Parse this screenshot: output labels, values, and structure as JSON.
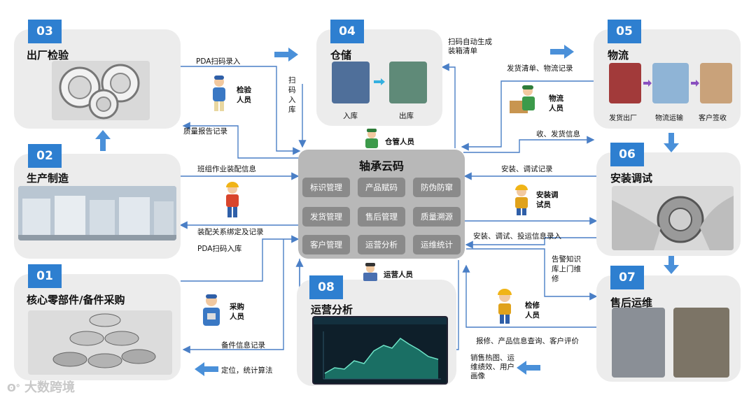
{
  "colors": {
    "accent": "#2e7fd0",
    "line": "#4a7fc6",
    "card": "#ececec",
    "core": "#b8b8b8",
    "tile": "#8a8a8a"
  },
  "sections": [
    {
      "num": "03",
      "title": "出厂检验"
    },
    {
      "num": "02",
      "title": "生产制造"
    },
    {
      "num": "01",
      "title": "核心零部件/备件采购"
    },
    {
      "num": "04",
      "title": "仓储",
      "sub_in": "入库",
      "sub_out": "出库"
    },
    {
      "num": "05",
      "title": "物流",
      "steps": [
        "发货出厂",
        "物流运输",
        "客户签收"
      ]
    },
    {
      "num": "06",
      "title": "安装调试"
    },
    {
      "num": "07",
      "title": "售后运维"
    },
    {
      "num": "08",
      "title": "运营分析"
    }
  ],
  "core": {
    "title": "轴承云码",
    "modules": [
      "标识管理",
      "产品赋码",
      "防伪防窜",
      "发货管理",
      "售后管理",
      "质量溯源",
      "客户管理",
      "运营分析",
      "运维统计"
    ]
  },
  "roles": {
    "inspect": "检验人员",
    "warehouse": "仓管人员",
    "logistics": "物流人员",
    "install": "安装调试员",
    "purchase": "采购人员",
    "operation": "运营人员",
    "repair": "检修人员"
  },
  "flows": {
    "pda_entry": "PDA扫码录入",
    "scan_in": "扫码入库",
    "scan_auto": "扫码自动生成装箱清单",
    "ship_list": "发货清单、物流记录",
    "quality_report": "质量报告记录",
    "recv_ship": "收、发货信息",
    "team_assembly": "班组作业装配信息",
    "install_record": "安装、调试记录",
    "assembly_bind": "装配关系绑定及记录",
    "pda_in": "PDA扫码入库",
    "install_entry": "安装、调试、投运信息录入",
    "alarm": "告警知识库上门维修",
    "parts_record": "备件信息记录",
    "repair_query": "报修、产品信息查询、客户评价",
    "locate": "定位，统计算法",
    "sales": "销售热图、运维绩效、用户画像"
  },
  "watermark": "大数跨境"
}
